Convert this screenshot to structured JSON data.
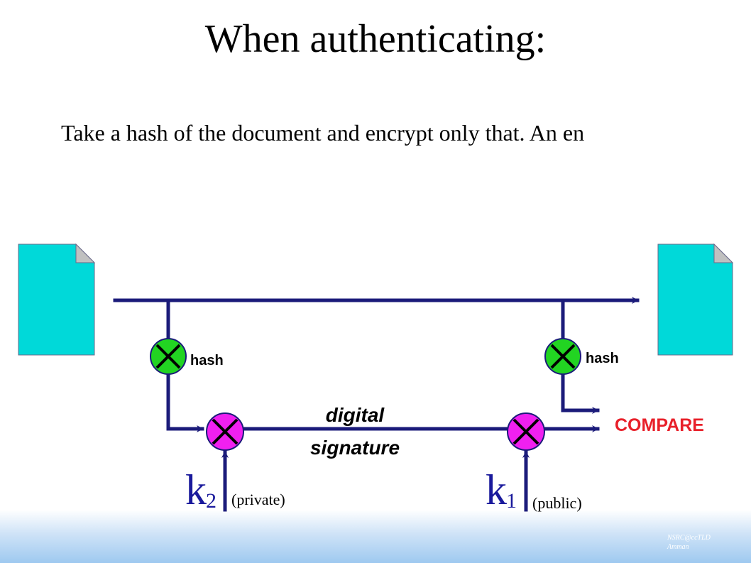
{
  "slide": {
    "title": "When authenticating:",
    "subtitle": "Take a hash of the document and encrypt only that. An en"
  },
  "diagram": {
    "hash_left": "hash",
    "hash_right": "hash",
    "digital": "digital",
    "signature": "signature",
    "compare": "COMPARE",
    "k2_letter": "k",
    "k2_sub": "2",
    "k2_note": "(private)",
    "k1_letter": "k",
    "k1_sub": "1",
    "k1_note": "(public)"
  },
  "footer": {
    "line1": "NSRC@ccTLD",
    "line2": "Amman"
  },
  "colors": {
    "line": "#1b1b7a",
    "document": "#00d9d9",
    "hash_node": "#22d422",
    "encrypt_node": "#f020f0",
    "compare": "#e8202a",
    "key": "#1a1a9c"
  }
}
